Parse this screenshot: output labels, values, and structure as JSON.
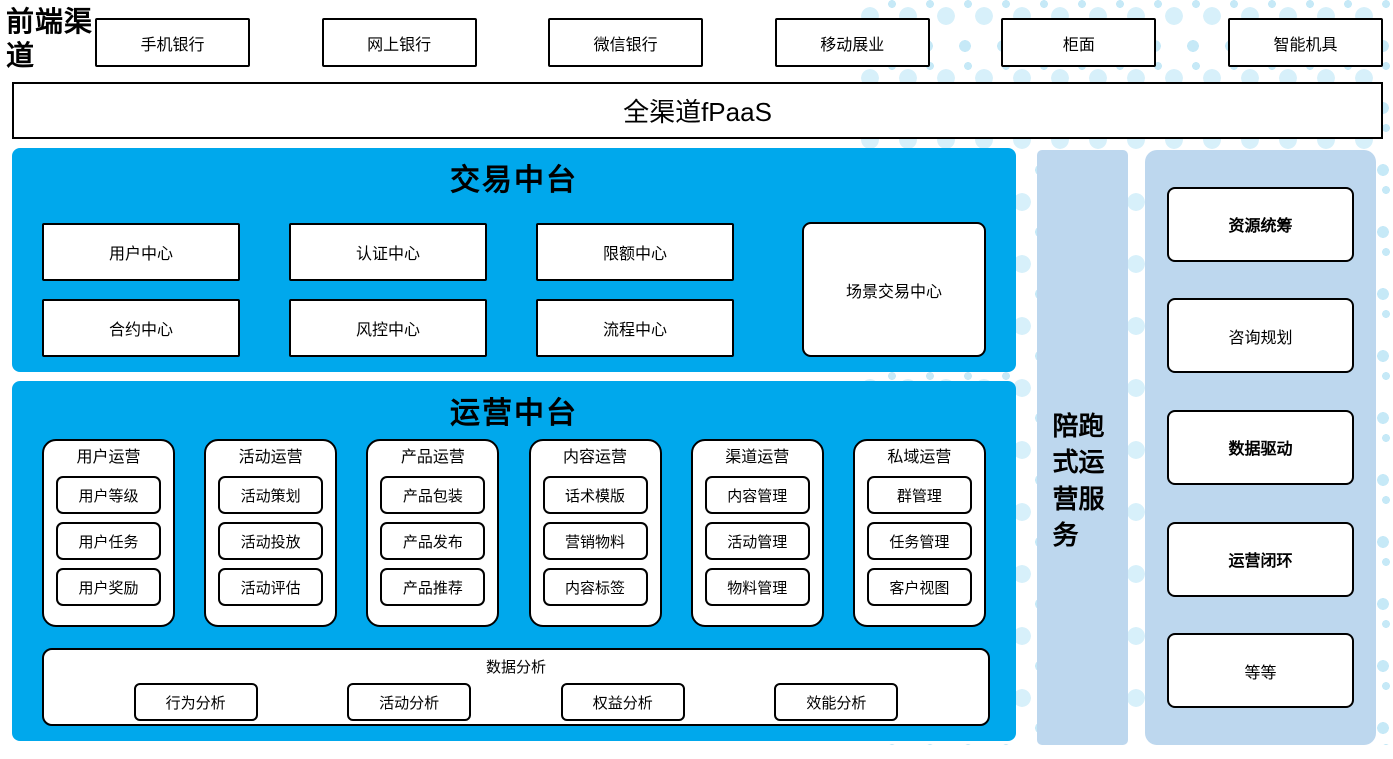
{
  "theme": {
    "accent_blue": "#00a8ec",
    "light_blue": "#bdd7ee",
    "dot_1": "#d7f0fa",
    "dot_2": "#c6e9f7",
    "line": "#000000"
  },
  "front_channels": {
    "label": "前端渠道",
    "items": [
      "手机银行",
      "网上银行",
      "微信银行",
      "移动展业",
      "柜面",
      "智能机具"
    ]
  },
  "fpaas": {
    "label": "全渠道fPaaS"
  },
  "transaction_platform": {
    "title": "交易中台",
    "grid_items": [
      "用户中心",
      "认证中心",
      "限额中心",
      "合约中心",
      "风控中心",
      "流程中心"
    ],
    "tall_item": "场景交易中心"
  },
  "operation_platform": {
    "title": "运营中台",
    "columns": [
      {
        "title": "用户运营",
        "items": [
          "用户等级",
          "用户任务",
          "用户奖励"
        ]
      },
      {
        "title": "活动运营",
        "items": [
          "活动策划",
          "活动投放",
          "活动评估"
        ]
      },
      {
        "title": "产品运营",
        "items": [
          "产品包装",
          "产品发布",
          "产品推荐"
        ]
      },
      {
        "title": "内容运营",
        "items": [
          "话术模版",
          "营销物料",
          "内容标签"
        ]
      },
      {
        "title": "渠道运营",
        "items": [
          "内容管理",
          "活动管理",
          "物料管理"
        ]
      },
      {
        "title": "私域运营",
        "items": [
          "群管理",
          "任务管理",
          "客户视图"
        ]
      }
    ],
    "data_analysis": {
      "title": "数据分析",
      "items": [
        "行为分析",
        "活动分析",
        "权益分析",
        "效能分析"
      ]
    }
  },
  "runner_service": {
    "label": "陪跑式运营服务"
  },
  "right_panel": {
    "items": [
      "资源统筹",
      "咨询规划",
      "数据驱动",
      "运营闭环",
      "等等"
    ]
  }
}
